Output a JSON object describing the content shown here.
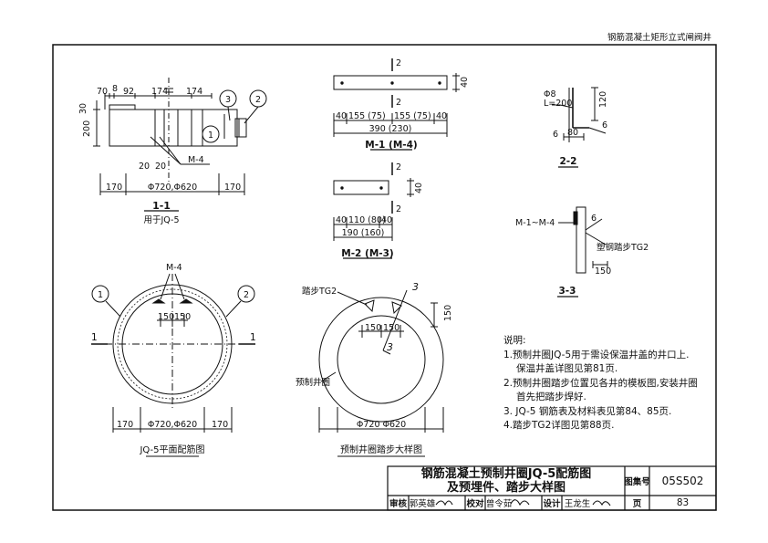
{
  "header": {
    "series_title": "钢筋混凝土矩形立式闸阀井"
  },
  "section_1_1": {
    "caption": "1-1",
    "subcaption": "用于JQ-5",
    "dims_top": [
      "70",
      "8",
      "92",
      "174",
      "174"
    ],
    "dim_30": "30",
    "dim_200": "200",
    "dims_bottom_small": [
      "20",
      "20"
    ],
    "bottom_left": "170",
    "bottom_mid": "Φ720,Φ620",
    "bottom_right": "170",
    "callouts": [
      "3",
      "2",
      "1"
    ],
    "label_m4": "M-4"
  },
  "m1": {
    "caption": "M-1 (M-4)",
    "mark": "2",
    "height": "40",
    "dims": [
      "40",
      "155 (75)",
      "155 (75)",
      "40"
    ],
    "total": "390 (230)"
  },
  "m2": {
    "caption": "M-2 (M-3)",
    "mark": "2",
    "height": "40",
    "dims": [
      "40",
      "110 (80)",
      "40"
    ],
    "total": "190 (160)"
  },
  "sec_2_2": {
    "caption": "2-2",
    "bar": "Φ8",
    "length": "L=200",
    "dim_120": "120",
    "dim_6": "6",
    "dim_80": "80"
  },
  "sec_3_3": {
    "caption": "3-3",
    "label_m": "M-1~M-4",
    "label_6": "6",
    "label_step": "塑钢踏步TG2",
    "dim_150": "150"
  },
  "plan": {
    "caption": "JQ-5平面配筋图",
    "label_m4": "M-4",
    "callouts": [
      "1",
      "2"
    ],
    "axis_label": "1",
    "dims_inner": [
      "150",
      "150"
    ],
    "bottom_left": "170",
    "bottom_mid": "Φ720,Φ620",
    "bottom_right": "170"
  },
  "detail": {
    "caption": "预制井圈踏步大样图",
    "label_step": "踏步TG2",
    "label_ring": "预制井圈",
    "axis_label": "3",
    "dims_inner": [
      "150",
      "150"
    ],
    "dim_150": "150",
    "bottom_mid": "Φ720  Φ620"
  },
  "notes": {
    "heading": "说明:",
    "lines": [
      "1.预制井圈JQ-5用于需设保温井盖的井口上.",
      "保温井盖详图见第81页.",
      "2.预制井圈踏步位置见各井的模板图,安装井圈",
      "首先把踏步焊好.",
      "3. JQ-5 钢筋表及材料表见第84、85页.",
      "4.踏步TG2详图见第88页."
    ]
  },
  "title_block": {
    "title_line1": "钢筋混凝土预制井圈JQ-5配筋图",
    "title_line2": "及预埋件、踏步大样图",
    "atlas_label": "图集号",
    "atlas_no": "05S502",
    "page_label": "页",
    "page_no": "83",
    "review_label": "审核",
    "review_name": "郭英雄",
    "check_label": "校对",
    "check_name": "曾令茹",
    "design_label": "设计",
    "design_name": "王龙生"
  }
}
